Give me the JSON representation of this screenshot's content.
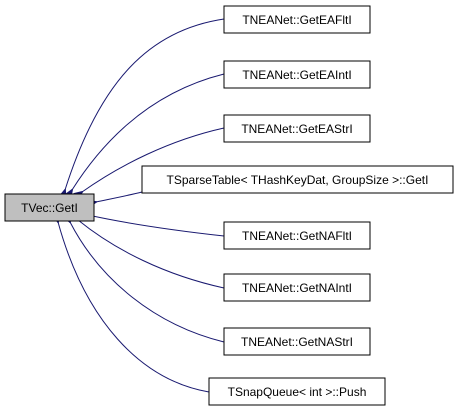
{
  "root": {
    "label": "TVec::GetI",
    "fill": "#bfbfbf"
  },
  "callers": [
    {
      "label": "TNEANet::GetEAFltI"
    },
    {
      "label": "TNEANet::GetEAIntI"
    },
    {
      "label": "TNEANet::GetEAStrI"
    },
    {
      "label": "TSparseTable< THashKeyDat, GroupSize >::GetI"
    },
    {
      "label": "TNEANet::GetNAFltI"
    },
    {
      "label": "TNEANet::GetNAIntI"
    },
    {
      "label": "TNEANet::GetNAStrI"
    },
    {
      "label": "TSnapQueue< int >::Push"
    }
  ],
  "colors": {
    "edge": "#191970",
    "node_border": "#000000",
    "node_fill": "#ffffff"
  }
}
